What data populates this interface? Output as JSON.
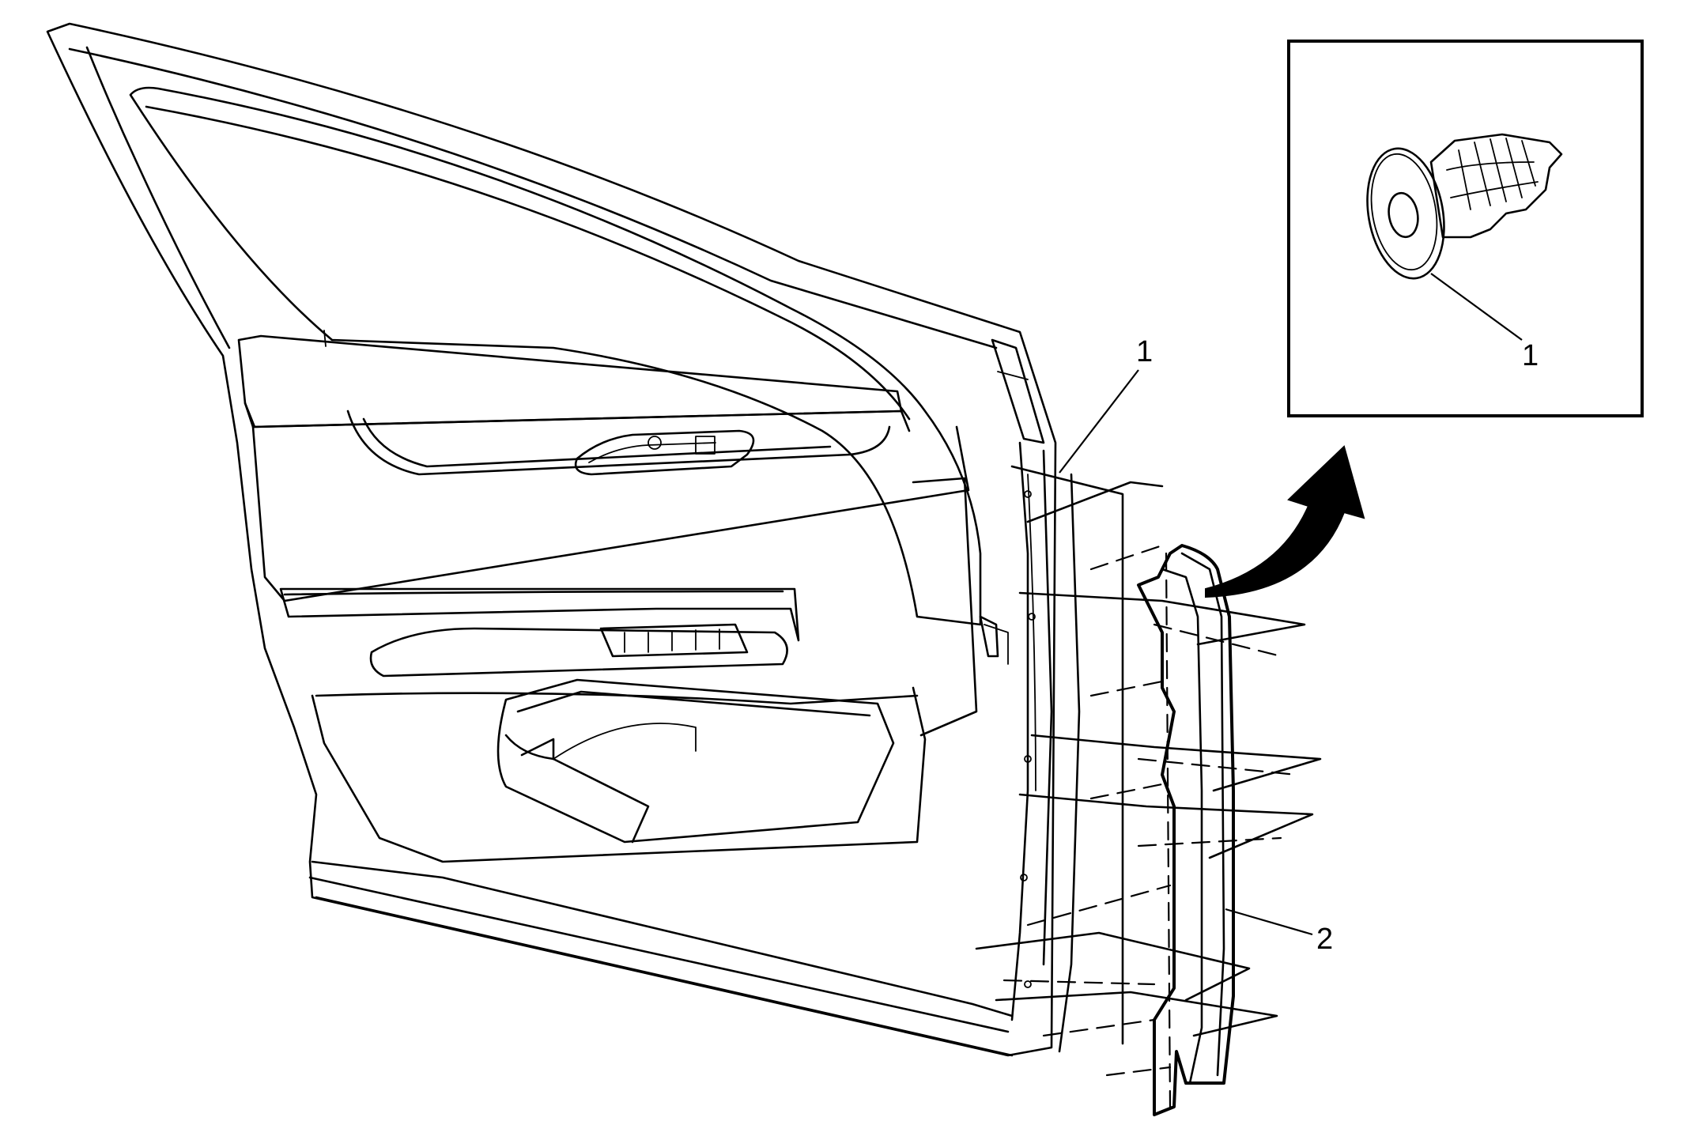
{
  "callouts": {
    "clip_on_door": "1",
    "moulding": "2",
    "clip_in_inset": "1"
  },
  "colors": {
    "line": "#000000",
    "background": "#ffffff"
  }
}
